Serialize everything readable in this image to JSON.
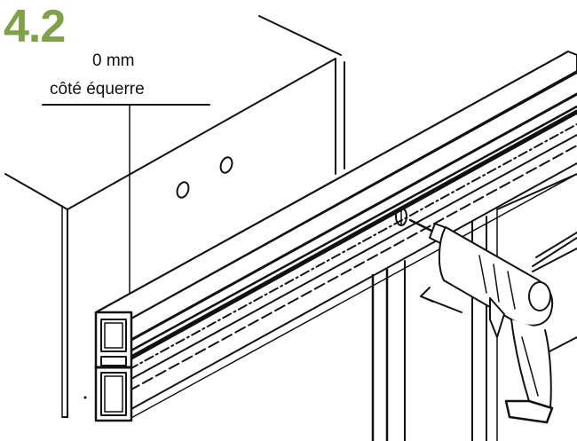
{
  "figure": {
    "step_number": "4.2",
    "offset_label": "0 mm",
    "side_label": "côté équerre"
  },
  "colors": {
    "step_number": "#7ea14a",
    "ink": "#111111"
  }
}
